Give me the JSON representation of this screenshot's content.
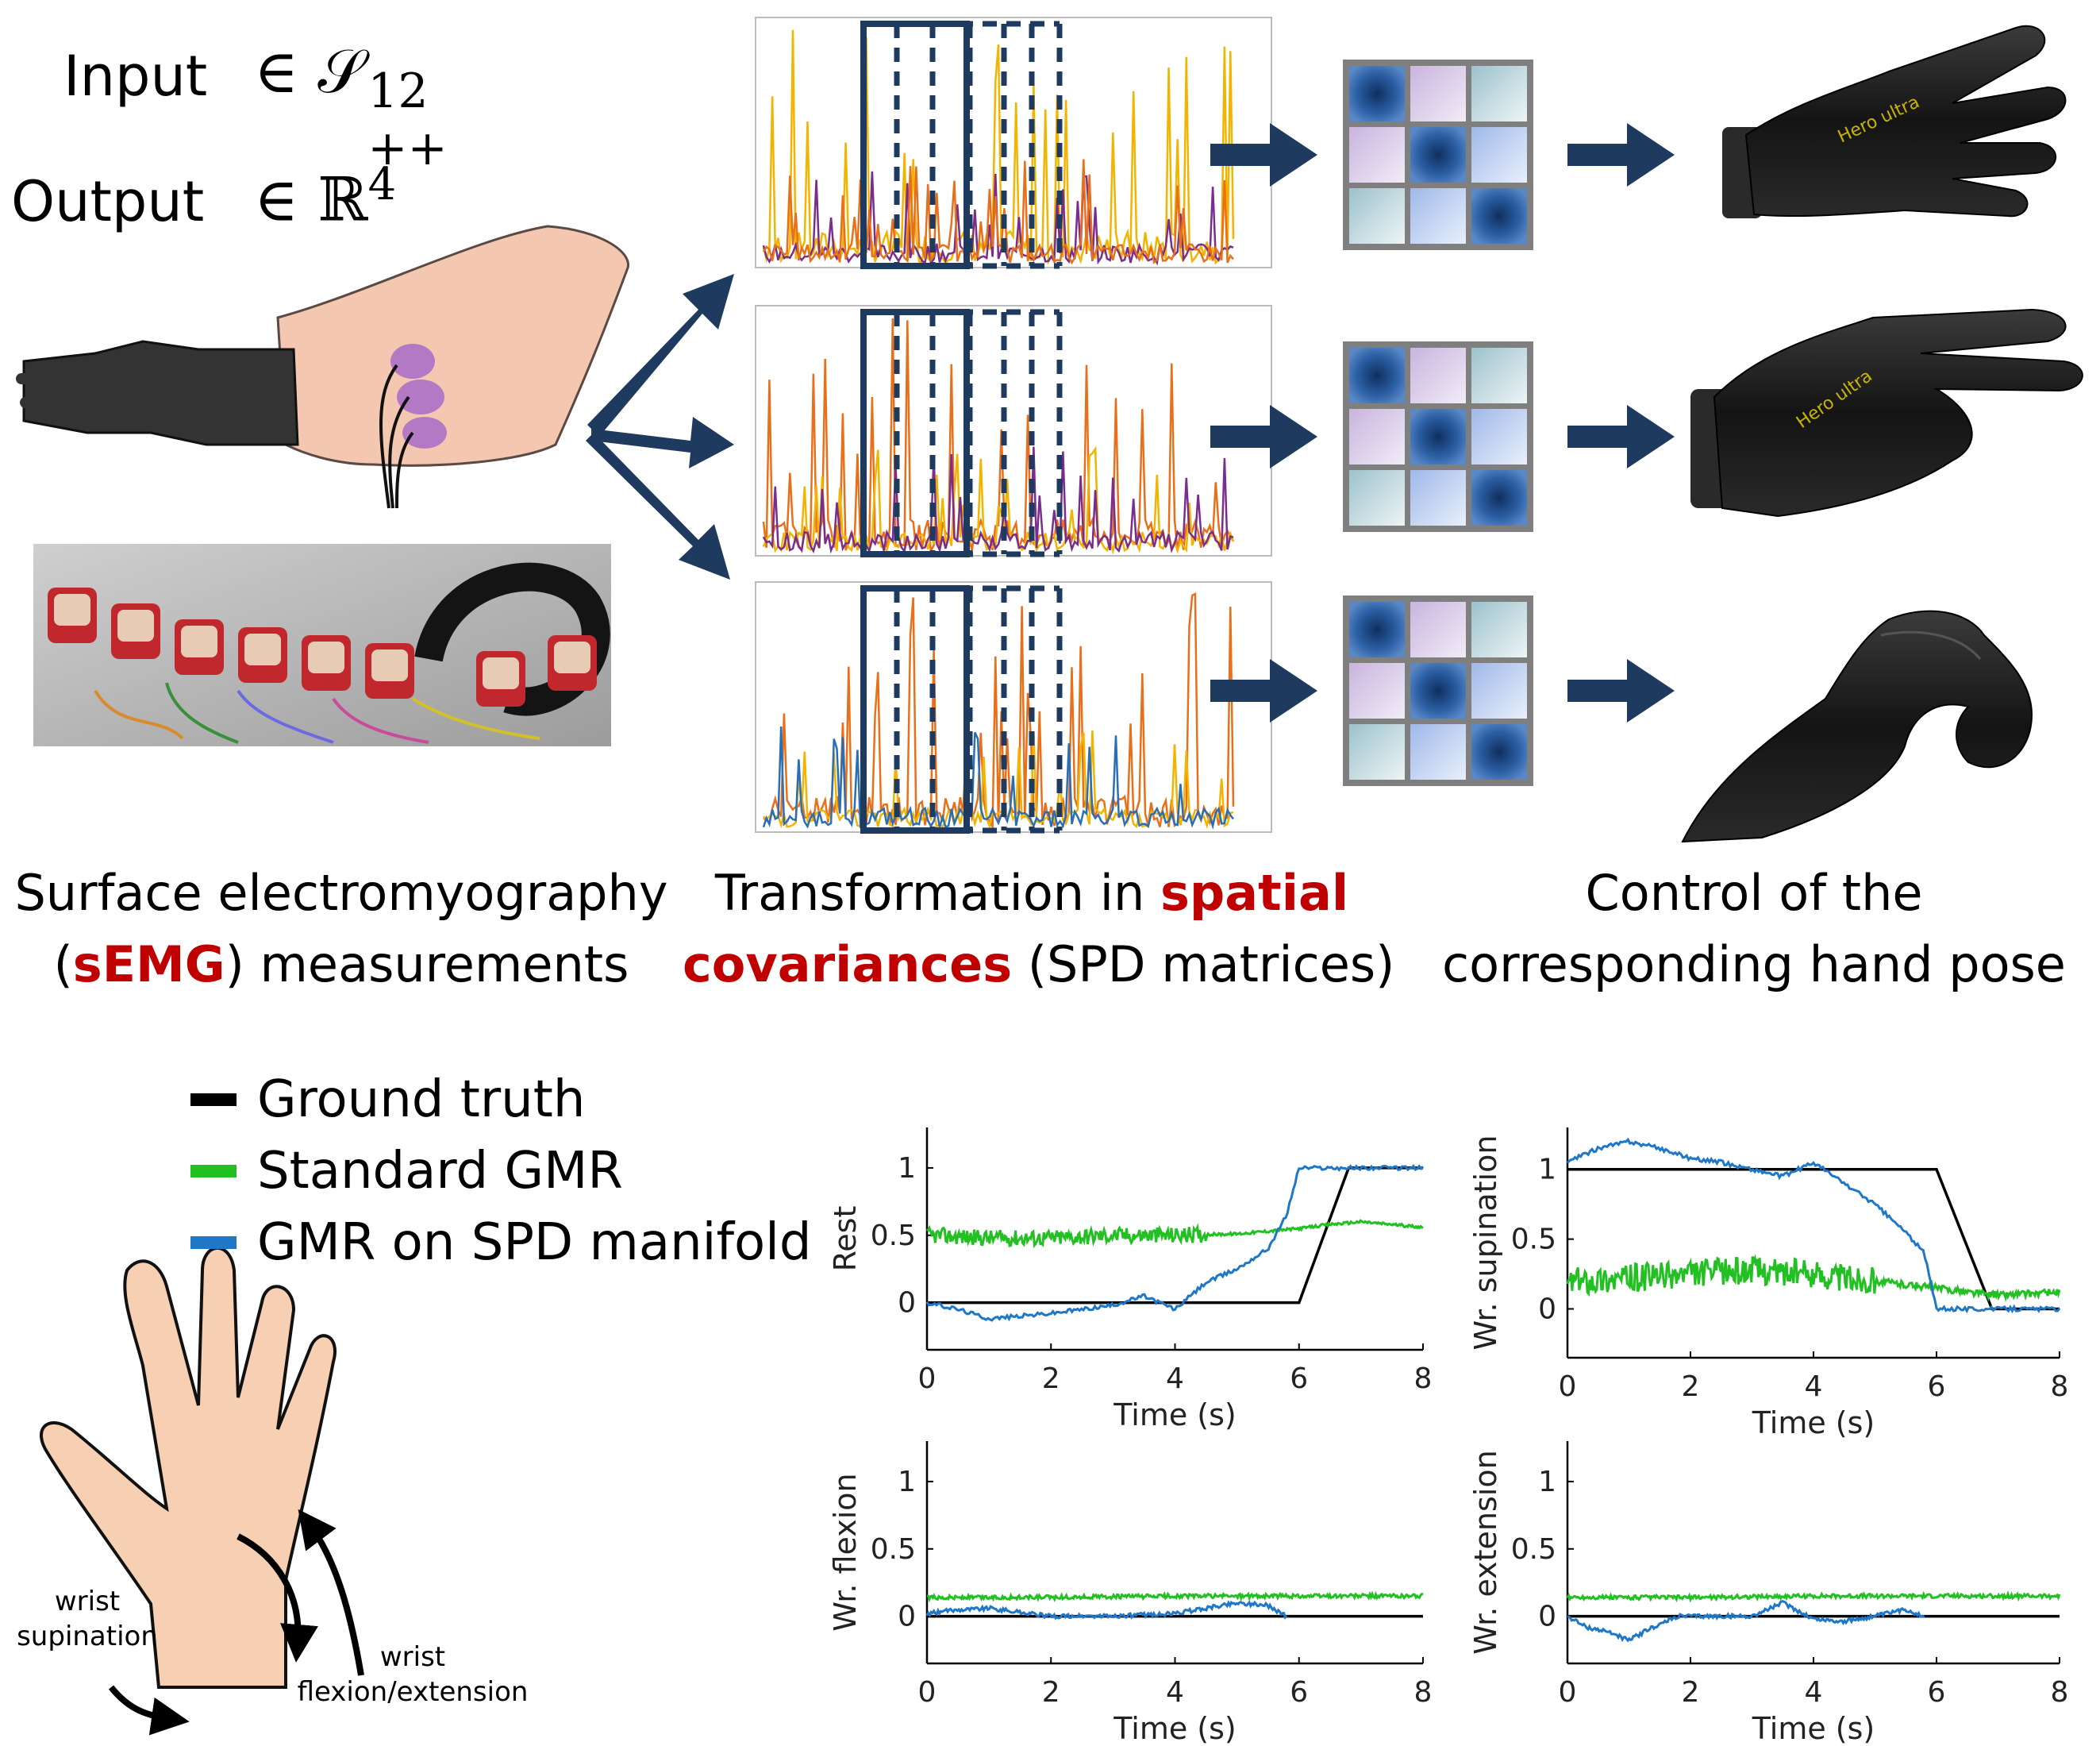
{
  "math": {
    "input_label": "Input",
    "input_expr": "∈ 𝒮",
    "input_sup": "12",
    "input_sub": "++",
    "output_label": "Output",
    "output_expr": "∈ ℝ",
    "output_sup": "4"
  },
  "captions": {
    "semg_line1": "Surface electromyography",
    "semg_open": "(",
    "semg_red": "sEMG",
    "semg_rest": ") measurements",
    "transform_prefix": "Transformation in ",
    "transform_red1": "spatial",
    "transform_red2": "covariances",
    "transform_rest": " (SPD matrices)",
    "control_line1": "Control of the",
    "control_line2": "corresponding hand pose"
  },
  "hand_labels": {
    "supination_1": "wrist",
    "supination_2": "supination",
    "flexion_1": "wrist",
    "flexion_2": "flexion/extension"
  },
  "colors": {
    "arrow_navy": "#1f3a5f",
    "highlight_red": "#c00000",
    "ground_truth": "#000000",
    "standard_gmr": "#22c022",
    "gmr_spd": "#1f77c8",
    "emg_orange": "#e8701a",
    "emg_yellow": "#f2b400",
    "emg_purple": "#7b2d8e",
    "emg_blue": "#2a6fb5"
  },
  "legend": [
    {
      "label": "Ground truth",
      "color": "#000000"
    },
    {
      "label": "Standard GMR",
      "color": "#22c022"
    },
    {
      "label": "GMR on SPD manifold",
      "color": "#1f77c8"
    }
  ],
  "chart_data": [
    {
      "type": "line",
      "ylabel": "Rest",
      "xlabel": "Time (s)",
      "xlim": [
        0,
        8
      ],
      "ylim": [
        -0.35,
        1.3
      ],
      "xticks": [
        "0",
        "2",
        "4",
        "6",
        "8"
      ],
      "yticks": [
        "0",
        "0.5",
        "1"
      ],
      "series": [
        {
          "name": "Ground truth",
          "x": [
            0,
            6.0,
            6.8,
            8
          ],
          "y": [
            0,
            0,
            1,
            1
          ]
        },
        {
          "name": "Standard GMR",
          "x": [
            0,
            1,
            2,
            3,
            4,
            5,
            6,
            6.5,
            7,
            8
          ],
          "y": [
            0.5,
            0.48,
            0.48,
            0.5,
            0.5,
            0.51,
            0.55,
            0.58,
            0.6,
            0.56
          ]
        },
        {
          "name": "GMR on SPD manifold",
          "x": [
            0,
            0.5,
            1,
            1.5,
            2,
            3,
            3.5,
            4,
            4.5,
            5,
            5.5,
            5.8,
            6.0,
            8
          ],
          "y": [
            0,
            -0.05,
            -0.12,
            -0.1,
            -0.08,
            -0.02,
            0.05,
            -0.05,
            0.15,
            0.25,
            0.4,
            0.65,
            1.0,
            1.0
          ]
        }
      ]
    },
    {
      "type": "line",
      "ylabel": "Wr. supination",
      "xlabel": "Time (s)",
      "xlim": [
        0,
        8
      ],
      "ylim": [
        -0.35,
        1.3
      ],
      "xticks": [
        "0",
        "2",
        "4",
        "6",
        "8"
      ],
      "yticks": [
        "0",
        "0.5",
        "1"
      ],
      "series": [
        {
          "name": "Ground truth",
          "x": [
            0,
            6.0,
            6.9,
            8
          ],
          "y": [
            1,
            1,
            0,
            0
          ]
        },
        {
          "name": "Standard GMR",
          "x": [
            0,
            1,
            2,
            3,
            4,
            5,
            6,
            6.5,
            7,
            8
          ],
          "y": [
            0.2,
            0.22,
            0.25,
            0.28,
            0.25,
            0.2,
            0.15,
            0.12,
            0.1,
            0.12
          ]
        },
        {
          "name": "GMR on SPD manifold",
          "x": [
            0,
            0.5,
            1,
            1.5,
            2,
            2.5,
            3,
            3.5,
            4,
            4.5,
            5,
            5.5,
            5.8,
            6.0,
            8
          ],
          "y": [
            1.05,
            1.15,
            1.2,
            1.15,
            1.08,
            1.05,
            1.0,
            0.95,
            1.05,
            0.9,
            0.75,
            0.55,
            0.4,
            0.0,
            0.0
          ]
        }
      ]
    },
    {
      "type": "line",
      "ylabel": "Wr. flexion",
      "xlabel": "Time (s)",
      "xlim": [
        0,
        8
      ],
      "ylim": [
        -0.35,
        1.3
      ],
      "xticks": [
        "0",
        "2",
        "4",
        "6",
        "8"
      ],
      "yticks": [
        "0",
        "0.5",
        "1"
      ],
      "series": [
        {
          "name": "Ground truth",
          "x": [
            0,
            8
          ],
          "y": [
            0,
            0
          ]
        },
        {
          "name": "Standard GMR",
          "x": [
            0,
            2,
            4,
            6,
            8
          ],
          "y": [
            0.14,
            0.14,
            0.15,
            0.15,
            0.15
          ]
        },
        {
          "name": "GMR on SPD manifold",
          "x": [
            0,
            0.5,
            1,
            1.5,
            2,
            3,
            4,
            4.5,
            5,
            5.5,
            5.8
          ],
          "y": [
            0.02,
            0.05,
            0.06,
            0.03,
            0.0,
            0.0,
            0.02,
            0.06,
            0.1,
            0.08,
            0.0
          ]
        }
      ]
    },
    {
      "type": "line",
      "ylabel": "Wr. extension",
      "xlabel": "Time (s)",
      "xlim": [
        0,
        8
      ],
      "ylim": [
        -0.35,
        1.3
      ],
      "xticks": [
        "0",
        "2",
        "4",
        "6",
        "8"
      ],
      "yticks": [
        "0",
        "0.5",
        "1"
      ],
      "series": [
        {
          "name": "Ground truth",
          "x": [
            0,
            8
          ],
          "y": [
            0,
            0
          ]
        },
        {
          "name": "Standard GMR",
          "x": [
            0,
            2,
            4,
            6,
            8
          ],
          "y": [
            0.14,
            0.14,
            0.15,
            0.15,
            0.15
          ]
        },
        {
          "name": "GMR on SPD manifold",
          "x": [
            0,
            0.3,
            0.7,
            1.0,
            1.3,
            1.8,
            2.5,
            3,
            3.5,
            4,
            4.5,
            5,
            5.5,
            5.8
          ],
          "y": [
            0,
            -0.08,
            -0.12,
            -0.18,
            -0.1,
            0.0,
            0.0,
            0.0,
            0.1,
            -0.02,
            -0.04,
            0.0,
            0.05,
            0.0
          ]
        }
      ]
    }
  ]
}
